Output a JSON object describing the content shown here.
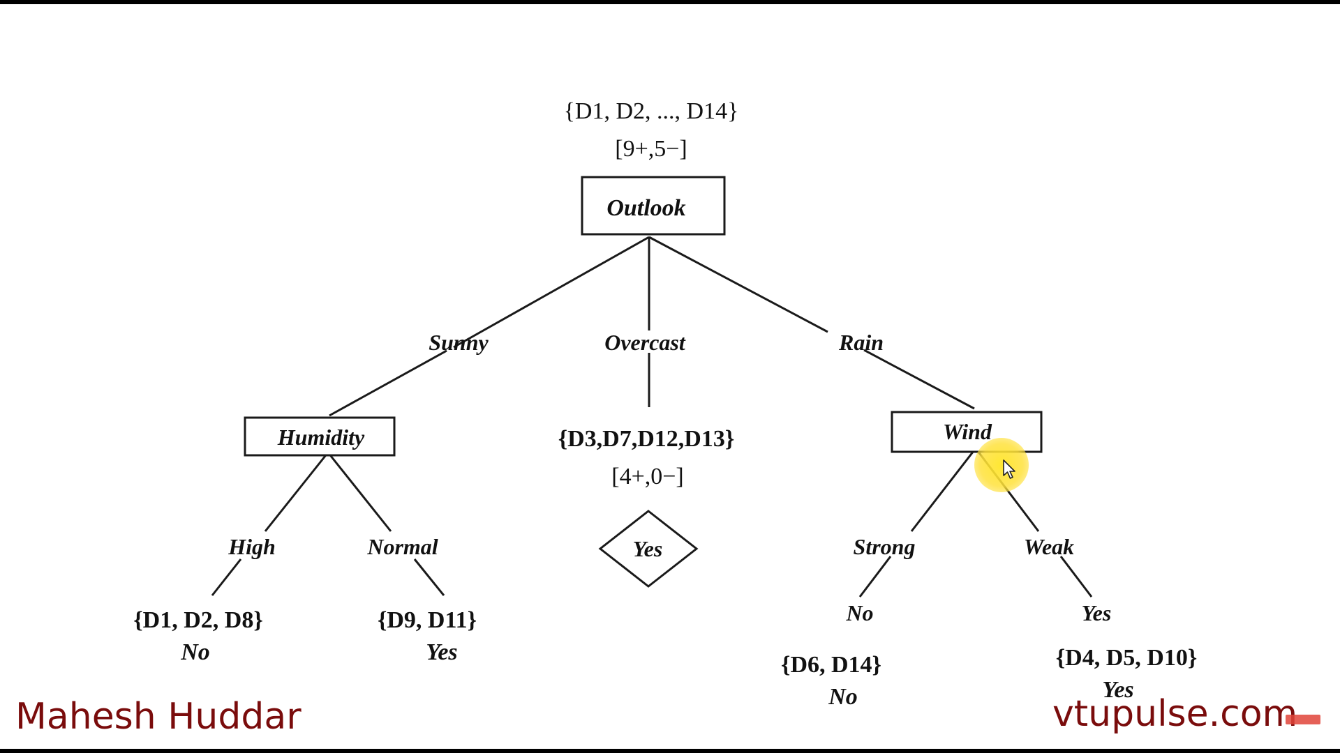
{
  "diagram": {
    "root": {
      "set": "{D1, D2, ..., D14}",
      "count": "[9+,5−]",
      "attribute": "Outlook"
    },
    "branches": {
      "sunny": "Sunny",
      "overcast": "Overcast",
      "rain": "Rain"
    },
    "humidity": {
      "attribute": "Humidity",
      "high": "High",
      "normal": "Normal",
      "high_set": "{D1, D2, D8}",
      "high_class": "No",
      "normal_set": "{D9, D11}",
      "normal_class": "Yes"
    },
    "overcast": {
      "set": "{D3,D7,D12,D13}",
      "count": "[4+,0−]",
      "leaf": "Yes"
    },
    "wind": {
      "attribute": "Wind",
      "strong": "Strong",
      "weak": "Weak",
      "strong_class": "No",
      "weak_class": "Yes",
      "strong_set": "{D6, D14}",
      "strong_set_class": "No",
      "weak_set": "{D4, D5, D10}",
      "weak_set_class": "Yes"
    }
  },
  "watermarks": {
    "author": "Mahesh Huddar",
    "site": "vtupulse.com"
  },
  "colors": {
    "watermark": "#7a0c0c",
    "highlight": "#ffe628"
  }
}
